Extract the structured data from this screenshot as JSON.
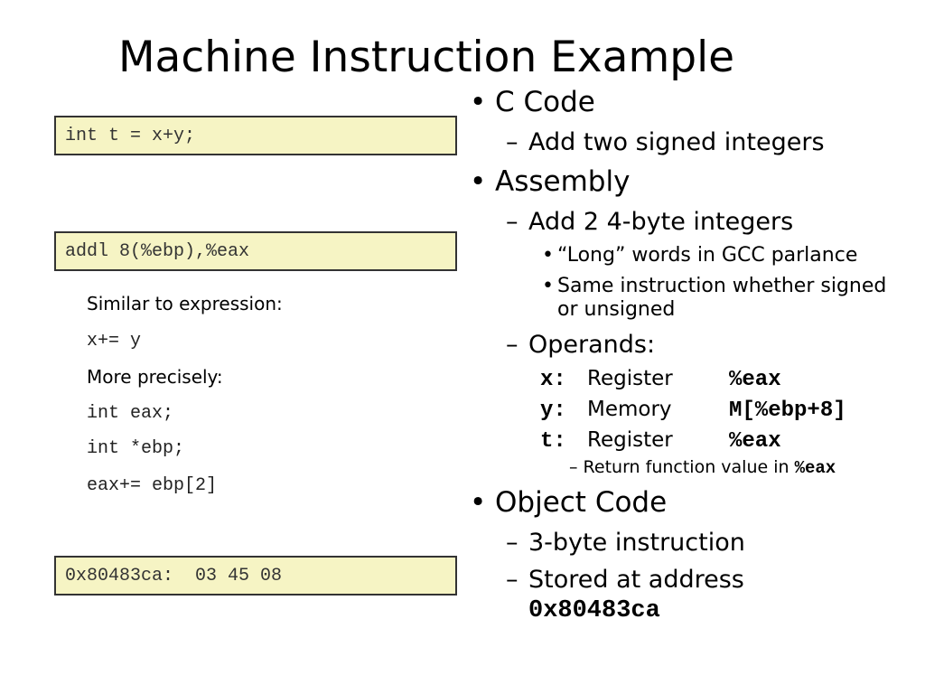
{
  "slide": {
    "title": "Machine Instruction Example"
  },
  "left": {
    "c_code": "int t = x+y;",
    "assembly": "addl 8(%ebp),%eax",
    "note_similar": "Similar to expression:",
    "note_expr": "x+= y",
    "note_precisely": "More precisely:",
    "note_line1": "int eax;",
    "note_line2": "int *ebp;",
    "note_line3": "eax+= ebp[2]",
    "object_code": "0x80483ca:  03 45 08"
  },
  "right": {
    "c_code_heading": "C Code",
    "c_code_sub": "Add two signed integers",
    "assembly_heading": "Assembly",
    "assembly_sub": "Add 2 4-byte integers",
    "assembly_point1": "“Long” words in GCC parlance",
    "assembly_point2": "Same instruction whether signed or unsigned",
    "operands_heading": "Operands:",
    "operands": [
      {
        "key": "x:",
        "name": "Register",
        "value": "%eax"
      },
      {
        "key": "y:",
        "name": "Memory",
        "value": "M[%ebp+8]"
      },
      {
        "key": "t:",
        "name": "Register",
        "value": "%eax"
      }
    ],
    "return_note": "Return function value in",
    "return_reg": "%eax",
    "object_heading": "Object Code",
    "object_sub1": "3-byte instruction",
    "object_sub2": "Stored at address",
    "object_addr": "0x80483ca"
  },
  "glyphs": {
    "bullet": "•",
    "dash": "–"
  },
  "colors": {
    "code_box_bg": "#f6f4c4",
    "code_box_border": "#333333"
  }
}
